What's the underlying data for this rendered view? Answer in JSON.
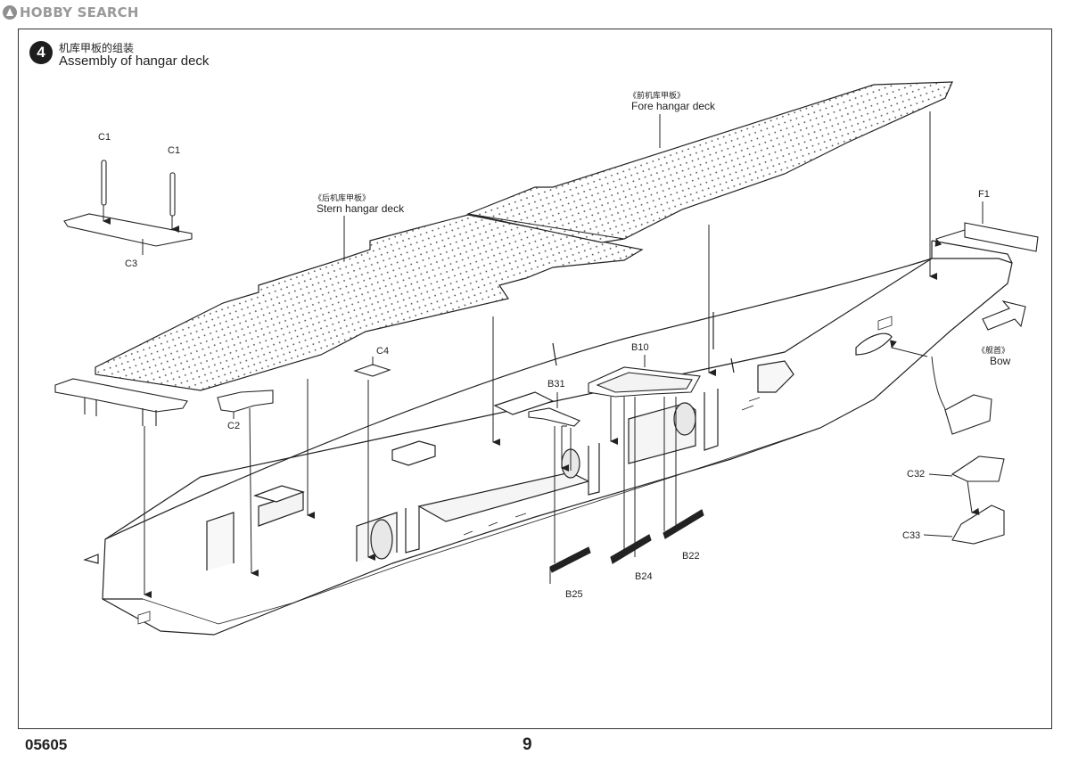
{
  "watermark": {
    "text": "HOBBY SEARCH"
  },
  "step": {
    "number": "4",
    "title_zh": "机库甲板的组装",
    "title_en": "Assembly of hangar deck"
  },
  "labels": {
    "fore_zh": "《前机库甲板》",
    "fore_en": "Fore hangar deck",
    "stern_zh": "《后机库甲板》",
    "stern_en": "Stern hangar deck",
    "bow_zh": "《舰首》",
    "bow_en": "Bow"
  },
  "parts": {
    "c1a": "C1",
    "c1b": "C1",
    "c3": "C3",
    "c4": "C4",
    "c2": "C2",
    "b10": "B10",
    "b31": "B31",
    "f1": "F1",
    "c32": "C32",
    "c33": "C33",
    "b22": "B22",
    "b24": "B24",
    "b25": "B25"
  },
  "footer": {
    "code": "05605",
    "page": "9"
  }
}
